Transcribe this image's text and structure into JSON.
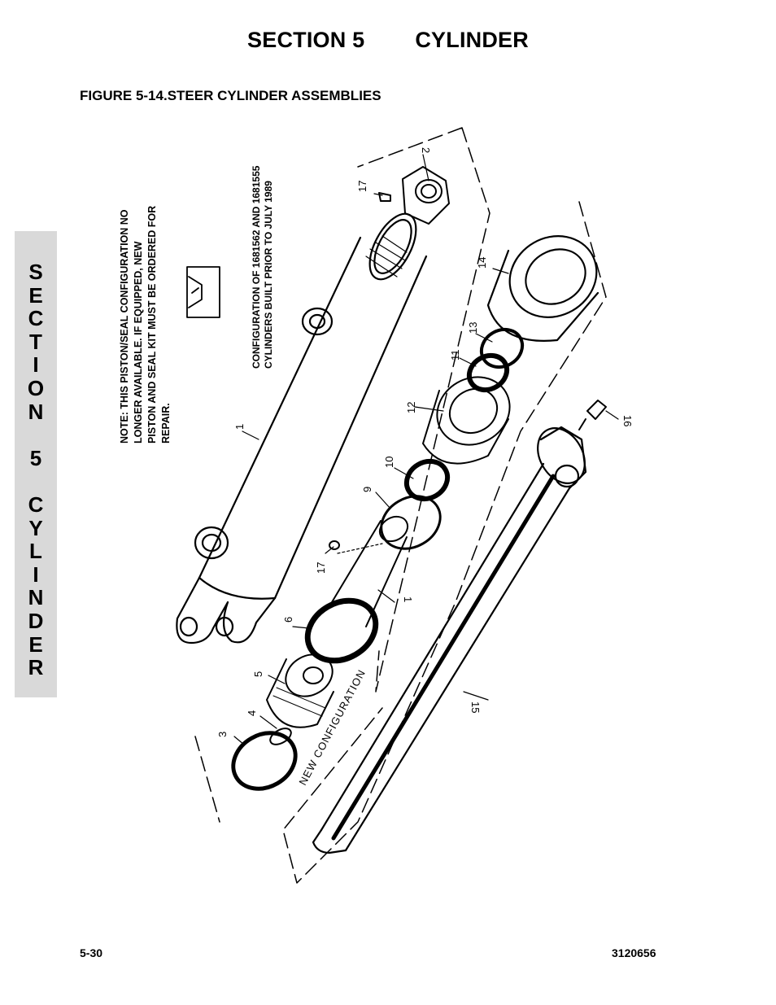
{
  "header": {
    "section": "SECTION 5",
    "title": "CYLINDER"
  },
  "figure_title": "FIGURE 5-14.STEER CYLINDER ASSEMBLIES",
  "side_tab": {
    "letters": [
      "S",
      "E",
      "C",
      "T",
      "I",
      "O",
      "N",
      "",
      "5",
      "",
      "C",
      "Y",
      "L",
      "I",
      "N",
      "D",
      "E",
      "R"
    ]
  },
  "note_lines": [
    "NOTE: THIS PISTON/SEAL CONFIGURATION NO",
    "LONGER   AVAILABLE.   IF   EQUIPPED,   NEW",
    "PISTON AND SEAL KIT MUST BE ORDERED FOR",
    "REPAIR."
  ],
  "config_lines": [
    "CONFIGURATION OF 1681562 AND 1681555",
    "CYLINDERS BUILT PRIOR TO JULY 1989"
  ],
  "new_config_label": "NEW CONFIGURATION",
  "callouts": {
    "c1a": "1",
    "c1b": "1",
    "c2": "2",
    "c3": "3",
    "c4": "4",
    "c5": "5",
    "c6": "6",
    "c9": "9",
    "c10": "10",
    "c11": "11",
    "c12": "12",
    "c13": "13",
    "c14": "14",
    "c15": "15",
    "c16": "16",
    "c17a": "17",
    "c17b": "17"
  },
  "footer": {
    "page": "5-30",
    "doc_number": "3120656"
  }
}
